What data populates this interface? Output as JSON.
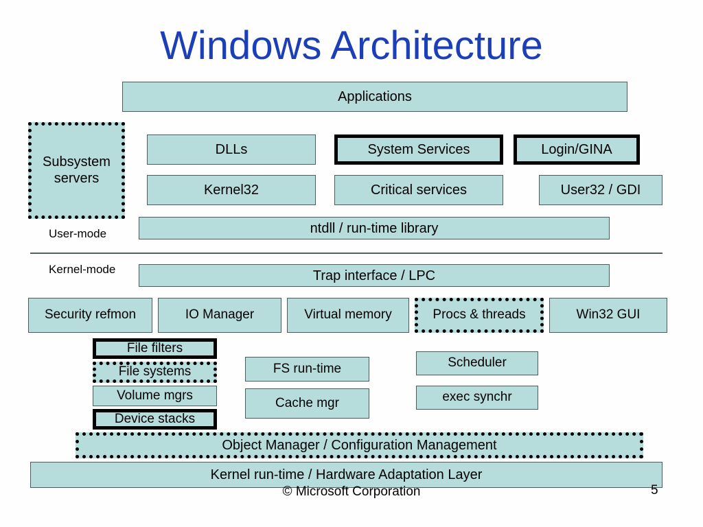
{
  "slide": {
    "title": "Windows Architecture",
    "title_color": "#1c3fb7",
    "box_fill_color": "#b6dcdc",
    "background_color": "#fdfefd"
  },
  "labels": {
    "user_mode": "User-mode",
    "kernel_mode": "Kernel-mode"
  },
  "layers": {
    "applications": "Applications",
    "subsystem_servers": "Subsystem servers",
    "dlls": "DLLs",
    "system_services": "System Services",
    "login_gina": "Login/GINA",
    "kernel32": "Kernel32",
    "critical_services": "Critical services",
    "user32_gdi": "User32 / GDI",
    "ntdll": "ntdll / run-time library",
    "trap_interface": "Trap interface / LPC",
    "security_refmon": "Security refmon",
    "io_manager": "IO Manager",
    "virtual_memory": "Virtual memory",
    "procs_threads": "Procs & threads",
    "win32_gui": "Win32 GUI",
    "file_filters": "File filters",
    "file_systems": "File systems",
    "volume_mgrs": "Volume mgrs",
    "device_stacks": "Device stacks",
    "fs_runtime": "FS run-time",
    "cache_mgr": "Cache mgr",
    "scheduler": "Scheduler",
    "exec_synchr": "exec synchr",
    "object_manager": "Object Manager / Configuration Management",
    "kernel_runtime": "Kernel run-time / Hardware Adaptation Layer"
  },
  "footer": {
    "copyright": "© Microsoft Corporation",
    "page_number": "5"
  }
}
